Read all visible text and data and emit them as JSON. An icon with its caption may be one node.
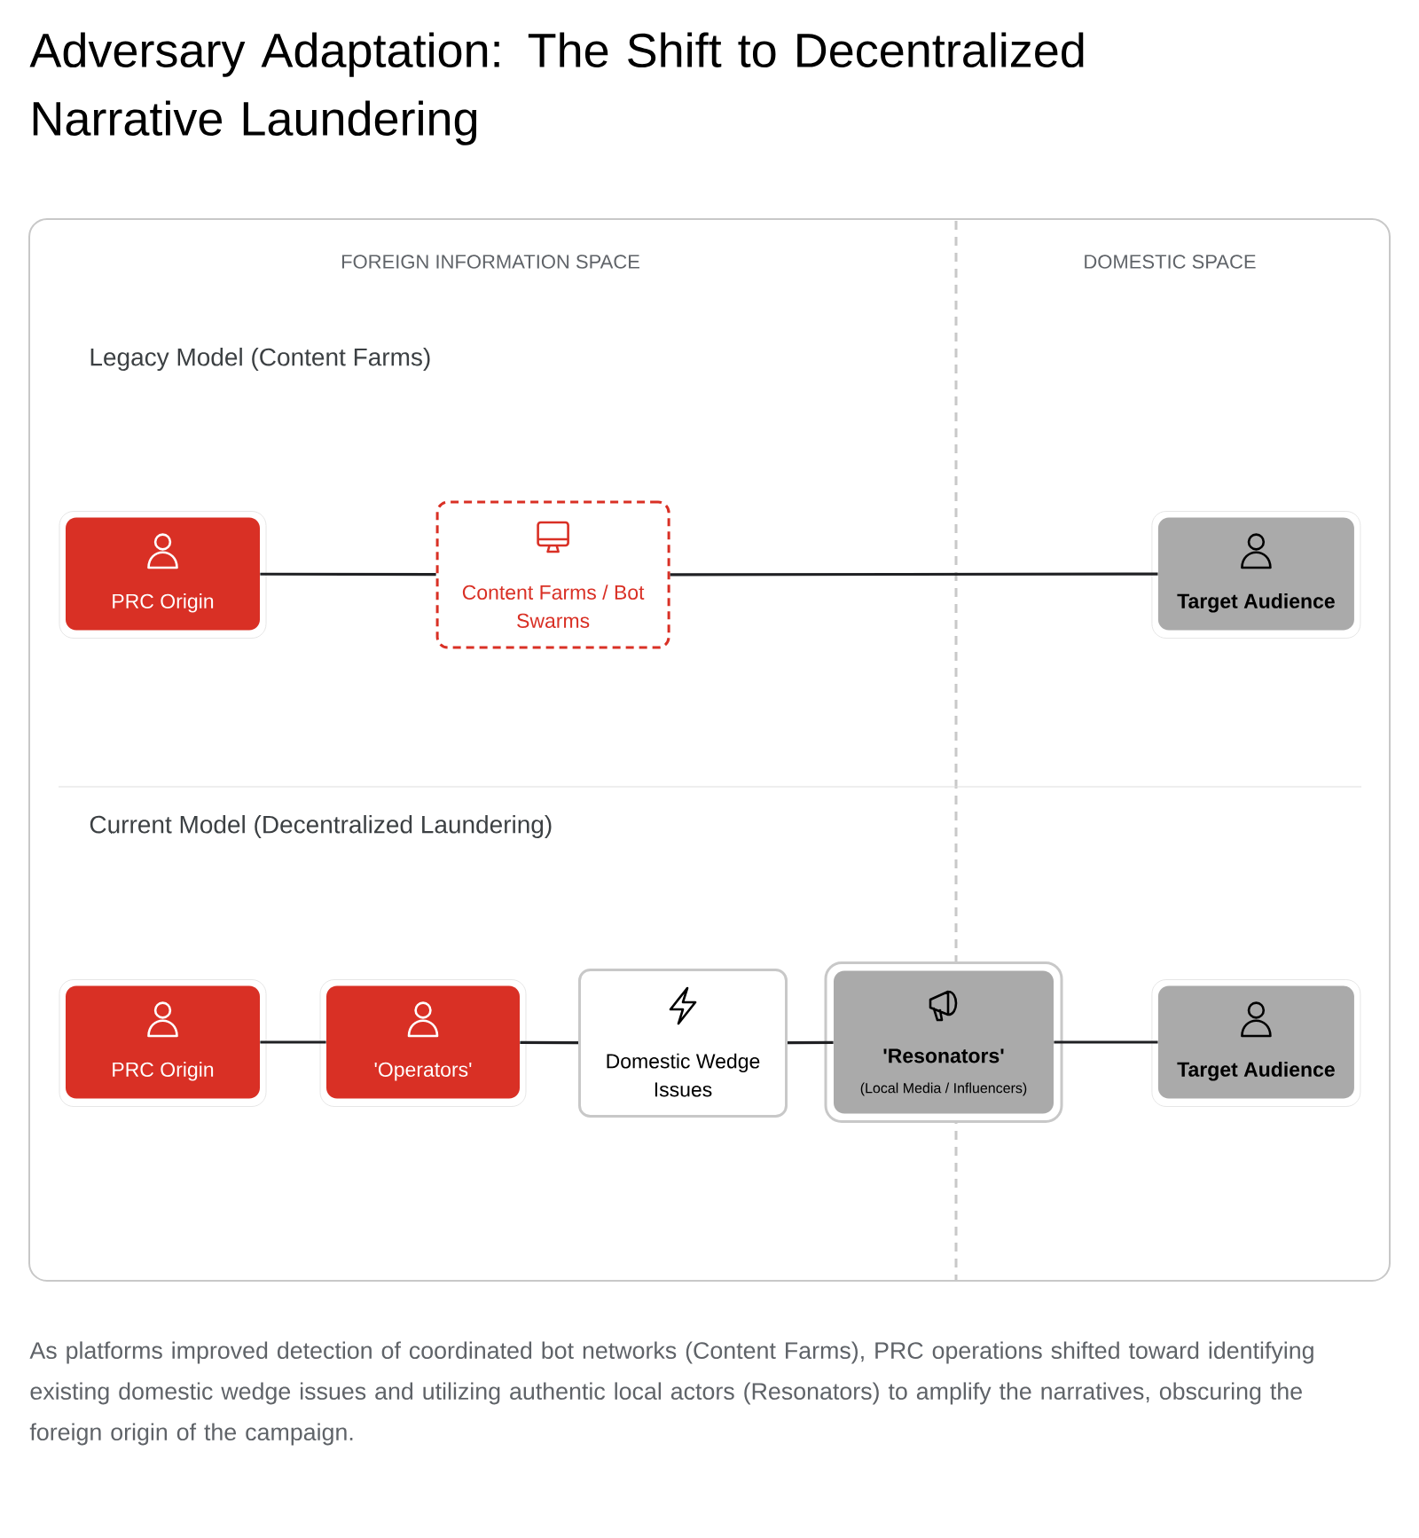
{
  "diagram": {
    "title": "Adversary Adaptation: The Shift to Decentralized Narrative Laundering",
    "caption": "As platforms improved detection of coordinated bot networks (Content Farms), PRC operations shifted toward identifying existing domestic wedge issues and utilizing authentic local actors (Resonators) to amplify the narratives, obscuring the foreign origin of the campaign.",
    "nodes": [
      {
        "text": [
          "PRC Origin"
        ]
      },
      {
        "text": [
          "Content Farms / Bot Swarms"
        ]
      },
      {
        "text": [
          "Target Audience"
        ]
      },
      {
        "text": [
          "PRC Origin"
        ]
      },
      {
        "text": [
          "'Operators'"
        ]
      },
      {
        "text": [
          "Domestic Wedge Issues"
        ]
      },
      {
        "text": [
          "'Resonators'",
          "(Local Media / Influencers)"
        ]
      },
      {
        "text": [
          "Target Audience"
        ]
      }
    ],
    "edges": [
      {
        "from": 0,
        "to": 1,
        "arrow": "none"
      },
      {
        "from": 1,
        "to": 2,
        "arrow": "none"
      },
      {
        "from": 3,
        "to": 4,
        "arrow": "none"
      },
      {
        "from": 4,
        "to": 5,
        "arrow": "none"
      },
      {
        "from": 5,
        "to": 6,
        "arrow": "none"
      },
      {
        "from": 6,
        "to": 7,
        "arrow": "none"
      }
    ],
    "labels": [
      "FOREIGN INFORMATION SPACE",
      "DOMESTIC SPACE",
      "Legacy Model (Content Farms)",
      "Current Model (Decentralized Laundering)"
    ]
  }
}
